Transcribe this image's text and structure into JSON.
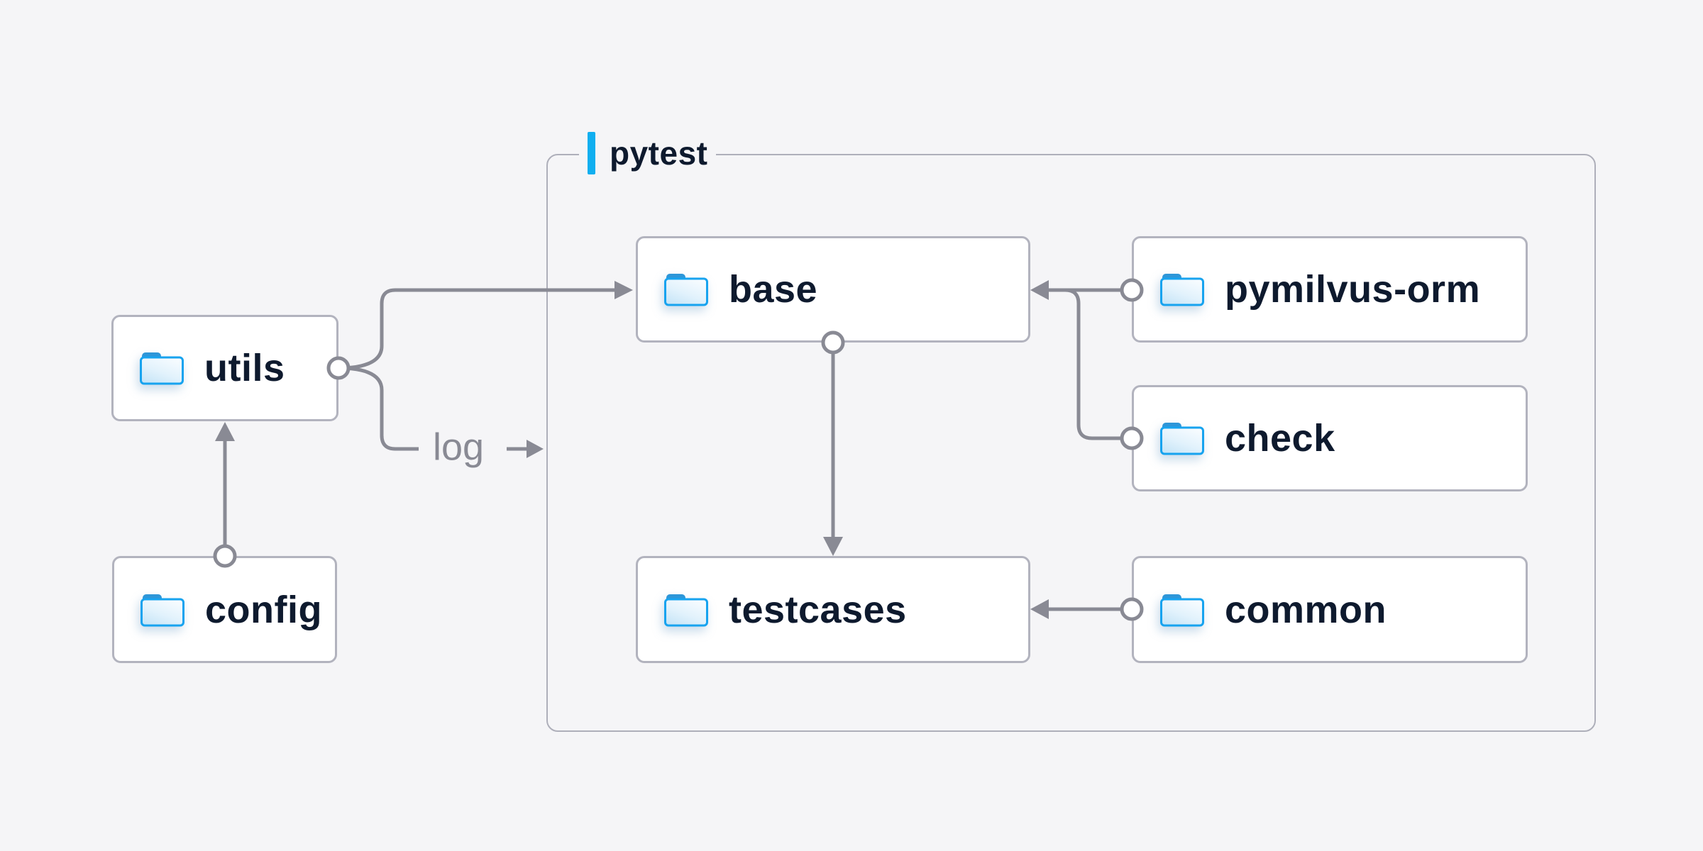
{
  "diagram": {
    "background": "#f5f5f7",
    "group": {
      "label": "pytest"
    },
    "nodes": [
      {
        "id": "utils",
        "label": "utils",
        "icon": "folder-icon"
      },
      {
        "id": "config",
        "label": "config",
        "icon": "folder-icon"
      },
      {
        "id": "base",
        "label": "base",
        "icon": "folder-icon"
      },
      {
        "id": "testcases",
        "label": "testcases",
        "icon": "folder-icon"
      },
      {
        "id": "pymilvus-orm",
        "label": "pymilvus-orm",
        "icon": "folder-icon"
      },
      {
        "id": "check",
        "label": "check",
        "icon": "folder-icon"
      },
      {
        "id": "common",
        "label": "common",
        "icon": "folder-icon"
      }
    ],
    "edges": [
      {
        "from": "config",
        "to": "utils"
      },
      {
        "from": "utils",
        "to": "base"
      },
      {
        "from": "utils",
        "to": "pytest",
        "label": "log"
      },
      {
        "from": "base",
        "to": "testcases"
      },
      {
        "from": "pymilvus-orm",
        "to": "base"
      },
      {
        "from": "check",
        "to": "base"
      },
      {
        "from": "common",
        "to": "testcases"
      }
    ],
    "edge_label": "log",
    "colors": {
      "accent": "#10aff0",
      "wire": "#898a94",
      "node_border": "#b2b3be",
      "group_border": "#aeafba",
      "text": "#0e1a2e",
      "muted_text": "#898a94",
      "folder_stroke": "#17a3ef",
      "folder_tab": "#2e96d8"
    }
  }
}
